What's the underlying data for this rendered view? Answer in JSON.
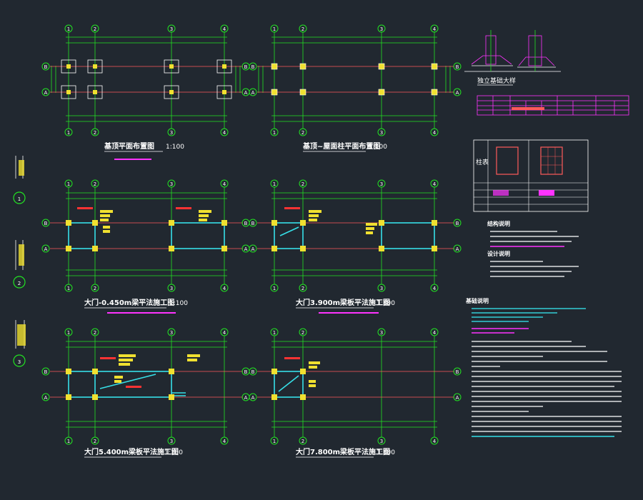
{
  "colors": {
    "background": "#212830",
    "grid": "#22e322",
    "axis": "#ff5a5a",
    "beam": "#36e0e8",
    "column": "#f0e030",
    "magenta": "#ff33ff",
    "text": "#ffffff"
  },
  "plans": {
    "foundation": {
      "title": "基顶平面布置图",
      "scale": "1:100"
    },
    "column": {
      "title": "基顶~屋面柱平面布置图",
      "scale": "1:100"
    },
    "beam_m0450": {
      "title": "大门-0.450m梁平法施工图",
      "scale": "1:100"
    },
    "beam_3900": {
      "title": "大门3.900m梁板平法施工图",
      "scale": "1:100"
    },
    "beam_5400": {
      "title": "大门5.400m梁板平法施工图",
      "scale": "1:100"
    },
    "beam_7800": {
      "title": "大门7.800m梁板平法施工图",
      "scale": "1:100"
    }
  },
  "axes": {
    "columns": [
      "1",
      "2",
      "3",
      "4"
    ],
    "rows": [
      "A",
      "B"
    ]
  },
  "sections": {
    "labels": [
      "1",
      "2",
      "3"
    ]
  },
  "details": {
    "foundation_detail_title": "独立基础大样",
    "column_table_title": "柱表"
  },
  "notes": {
    "structure_title": "结构说明",
    "design_title": "设计说明",
    "foundation_title": "基础说明"
  }
}
